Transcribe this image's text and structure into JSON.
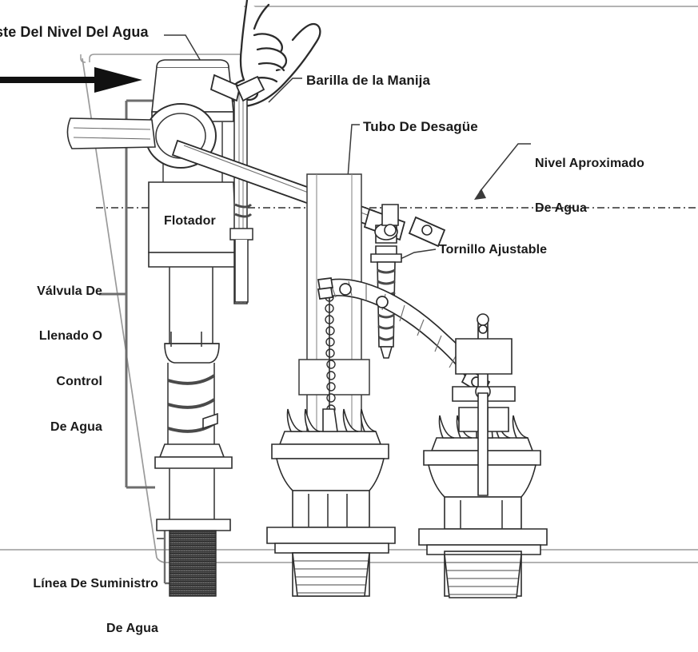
{
  "diagram": {
    "title": "Diagrama de tanque de inodoro",
    "language": "es",
    "colors": {
      "ink": "#1a1a1a",
      "line": "#3c3c3c",
      "light_line": "#8a8a8a",
      "mid_line": "#6e6e6e",
      "arrow": "#111111",
      "hatch": "#4a4a4a",
      "background": "#ffffff"
    },
    "labels": [
      {
        "id": "ajuste-nivel-agua",
        "text": "ste Del Nivel Del Agua",
        "full_text": "Ajuste Del Nivel Del Agua",
        "lines": [
          "ste Del Nivel Del Agua"
        ]
      },
      {
        "id": "barilla-manija",
        "text": "Barilla de la Manija",
        "lines": [
          "Barilla de la Manija"
        ]
      },
      {
        "id": "tubo-desague",
        "text": "Tubo De Desagüe",
        "lines": [
          "Tubo De Desagüe"
        ]
      },
      {
        "id": "nivel-aproximado",
        "text": "Nivel Aproximado De Agua",
        "lines": [
          "Nivel Aproximado",
          "De Agua"
        ]
      },
      {
        "id": "flotador",
        "text": "Flotador",
        "lines": [
          "Flotador"
        ]
      },
      {
        "id": "tornillo-ajustable",
        "text": "Tornillo Ajustable",
        "lines": [
          "Tornillo Ajustable"
        ]
      },
      {
        "id": "valvula-llenado",
        "text": "Válvula De Llenado O Control De Agua",
        "lines": [
          "Válvula De",
          "Llenado O",
          "Control",
          "De Agua"
        ]
      },
      {
        "id": "linea-suministro",
        "text": "Línea De Suministro De Agua",
        "lines": [
          "Línea De Suministro ",
          "De Agua"
        ]
      }
    ],
    "label_text": {
      "ajuste_nivel": "ste Del Nivel Del Agua",
      "barilla": "Barilla de la Manija",
      "tubo_desague": "Tubo De Desagüe",
      "nivel_l1": "Nivel Aproximado",
      "nivel_l2": "De Agua",
      "flotador": "Flotador",
      "tornillo": "Tornillo Ajustable",
      "valvula_l1": "Válvula De",
      "valvula_l2": "Llenado O",
      "valvula_l3": "Control",
      "valvula_l4": "De Agua",
      "linea_l1": "Línea De Suministro",
      "linea_l2": "De Agua"
    },
    "parts": [
      "hand-icon",
      "fill-valve-cap",
      "fill-valve-body",
      "float-cup",
      "refill-tube",
      "overflow-tube",
      "flapper-chain",
      "flush-lever-arm",
      "adjustment-screw",
      "flush-valve-left",
      "flush-valve-right",
      "supply-shank",
      "water-level-line",
      "tank-wall",
      "tank-rim",
      "tank-floor"
    ],
    "annotations": {
      "water_level_style": "dash-dot",
      "direction_arrow": "right-pointing-arrow"
    }
  }
}
